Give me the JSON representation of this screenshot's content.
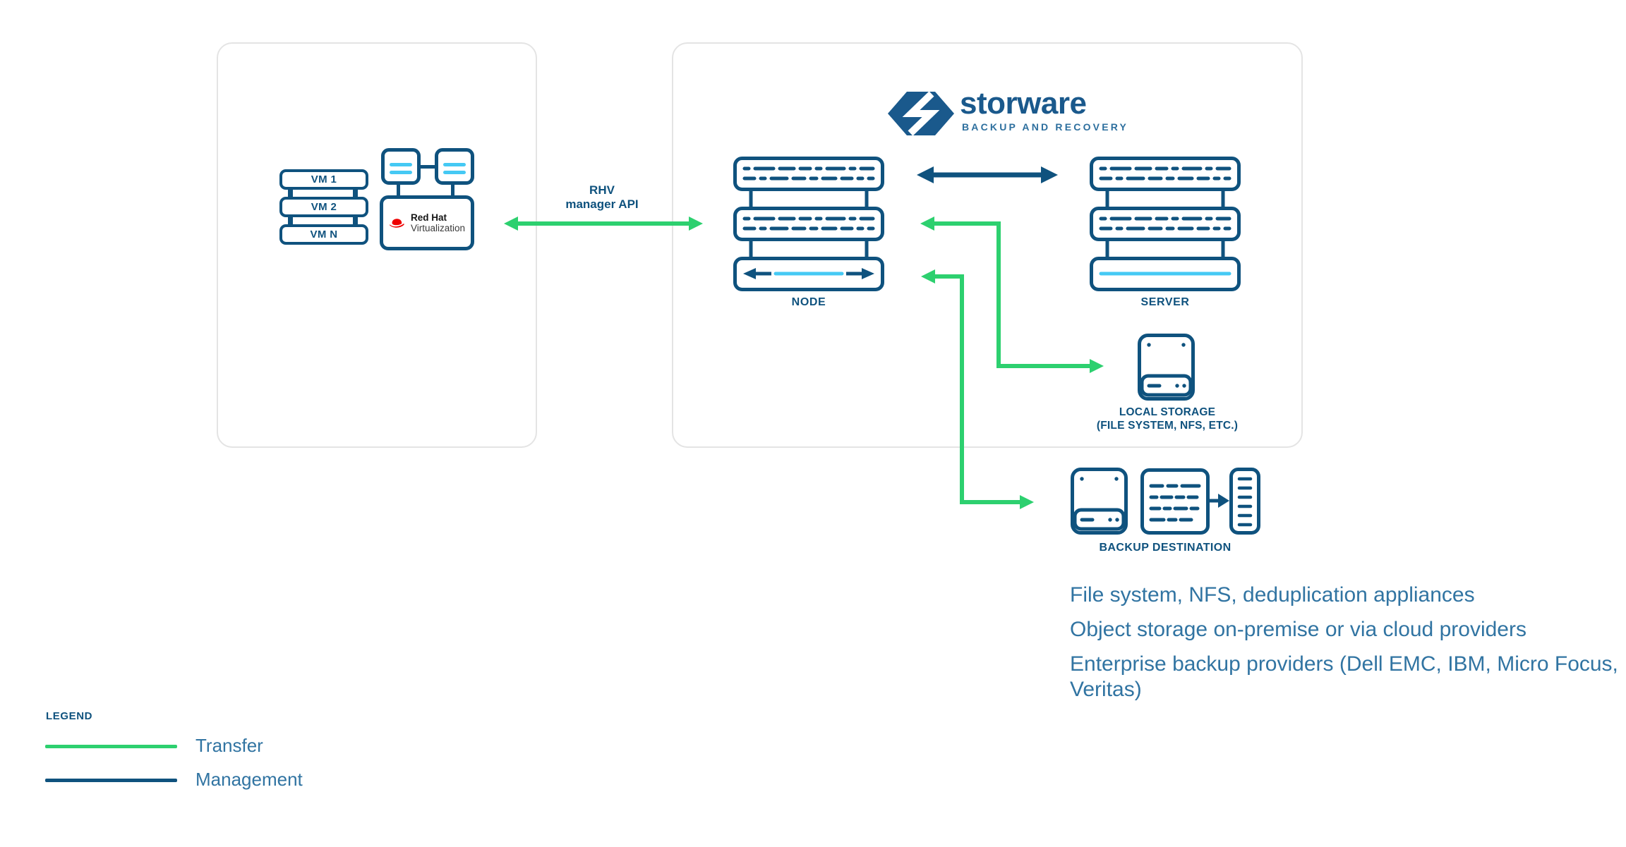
{
  "colors": {
    "dark_blue": "#0F527E",
    "logo_blue": "#1A598C",
    "green": "#2DD06F",
    "cyan": "#45C9F4",
    "text_blue": "#3174A2",
    "panel_border": "#E4E4E4",
    "redhat_red": "#EE0000",
    "text_dark": "#151515"
  },
  "left_panel": {
    "vm_stack": {
      "items": [
        "VM 1",
        "VM 2",
        "VM N"
      ]
    },
    "redhat_box": {
      "brand": "Red Hat",
      "product": "Virtualization"
    }
  },
  "rhv_connector": {
    "line1": "RHV",
    "line2": "manager API"
  },
  "right_panel": {
    "logo": {
      "wordmark": "storware",
      "tagline": "BACKUP AND RECOVERY"
    },
    "node": {
      "label": "NODE"
    },
    "server": {
      "label": "SERVER"
    },
    "local_storage": {
      "label_line1": "LOCAL STORAGE",
      "label_line2": "(FILE SYSTEM, NFS, ETC.)"
    }
  },
  "backup_destination": {
    "label": "BACKUP DESTINATION"
  },
  "notes": [
    "File system, NFS, deduplication appliances",
    "Object storage on-premise or via cloud providers",
    "Enterprise backup providers (Dell EMC, IBM, Micro Focus, Veritas)"
  ],
  "legend": {
    "title": "LEGEND",
    "items": [
      {
        "label": "Transfer",
        "color": "green"
      },
      {
        "label": "Management",
        "color": "dark_blue"
      }
    ]
  },
  "icons": {
    "logo_mark": "storware-hexagon-s",
    "fedora": "red-hat-fedora",
    "vm_hosts": "host-squares",
    "node_stack": "rack-server-stack",
    "server_stack": "rack-server-stack",
    "local_storage": "storage-drive",
    "backup_storage": "storage-drive",
    "dedup": "deduplicated-data-block",
    "tape": "tape-cartridge"
  }
}
